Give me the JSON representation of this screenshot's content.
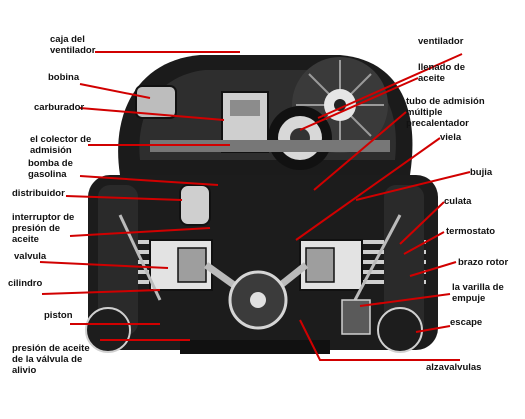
{
  "colors": {
    "leader": "#d10000",
    "engine": "#141414",
    "background": "#ffffff"
  },
  "labels": {
    "caja_ventilador": [
      "caja del",
      "ventilador"
    ],
    "ventilador": "ventilador",
    "llenado_aceite": [
      "llenado de",
      "aceite"
    ],
    "bobina": "bobina",
    "carburador": "carburador",
    "tubo_admision": [
      "tubo de admisión",
      "múltiple",
      "precalentador"
    ],
    "colector_admision": [
      "el colector de",
      "admisión"
    ],
    "viela": "viela",
    "bomba_gasolina": [
      "bomba de",
      "gasolina"
    ],
    "bujia": "bujia",
    "distribuidor": "distribuidor",
    "culata": "culata",
    "interruptor_presion": [
      "interruptor de",
      "presión de",
      "aceite"
    ],
    "termostato": "termostato",
    "valvula": "valvula",
    "brazo_rotor": "brazo rotor",
    "cilindro": "cilindro",
    "varilla_empuje": [
      "la varilla de",
      "empuje"
    ],
    "piston": "piston",
    "escape": "escape",
    "presion_valvula_alivio": [
      "presión de aceite",
      "de la válvula de",
      "alivio"
    ],
    "alzavalvulas": "alzavalvulas"
  }
}
